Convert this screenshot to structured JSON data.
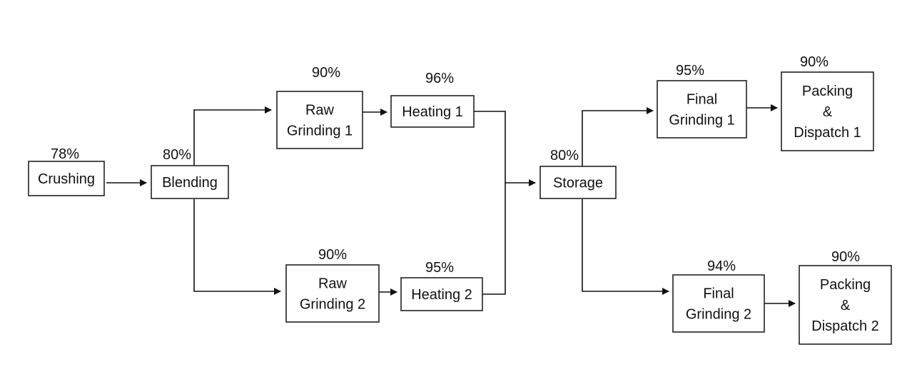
{
  "nodes": [
    {
      "id": "crushing",
      "lines": [
        "Crushing"
      ],
      "percent": "78%"
    },
    {
      "id": "blending",
      "lines": [
        "Blending"
      ],
      "percent": "80%"
    },
    {
      "id": "raw-grinding-1",
      "lines": [
        "Raw",
        "Grinding 1"
      ],
      "percent": "90%"
    },
    {
      "id": "heating-1",
      "lines": [
        "Heating 1"
      ],
      "percent": "96%"
    },
    {
      "id": "raw-grinding-2",
      "lines": [
        "Raw",
        "Grinding 2"
      ],
      "percent": "90%"
    },
    {
      "id": "heating-2",
      "lines": [
        "Heating 2"
      ],
      "percent": "95%"
    },
    {
      "id": "storage",
      "lines": [
        "Storage"
      ],
      "percent": "80%"
    },
    {
      "id": "final-grinding-1",
      "lines": [
        "Final",
        "Grinding 1"
      ],
      "percent": "95%"
    },
    {
      "id": "packing-dispatch-1",
      "lines": [
        "Packing",
        "&",
        "Dispatch 1"
      ],
      "percent": "90%"
    },
    {
      "id": "final-grinding-2",
      "lines": [
        "Final",
        "Grinding 2"
      ],
      "percent": "94%"
    },
    {
      "id": "packing-dispatch-2",
      "lines": [
        "Packing",
        "&",
        "Dispatch 2"
      ],
      "percent": "90%"
    }
  ],
  "edges": [
    {
      "from": "crushing",
      "to": "blending"
    },
    {
      "from": "blending",
      "to": "raw-grinding-1"
    },
    {
      "from": "blending",
      "to": "raw-grinding-2"
    },
    {
      "from": "raw-grinding-1",
      "to": "heating-1"
    },
    {
      "from": "raw-grinding-2",
      "to": "heating-2"
    },
    {
      "from": "heating-1",
      "to": "storage"
    },
    {
      "from": "heating-2",
      "to": "storage"
    },
    {
      "from": "storage",
      "to": "final-grinding-1"
    },
    {
      "from": "storage",
      "to": "final-grinding-2"
    },
    {
      "from": "final-grinding-1",
      "to": "packing-dispatch-1"
    },
    {
      "from": "final-grinding-2",
      "to": "packing-dispatch-2"
    }
  ]
}
